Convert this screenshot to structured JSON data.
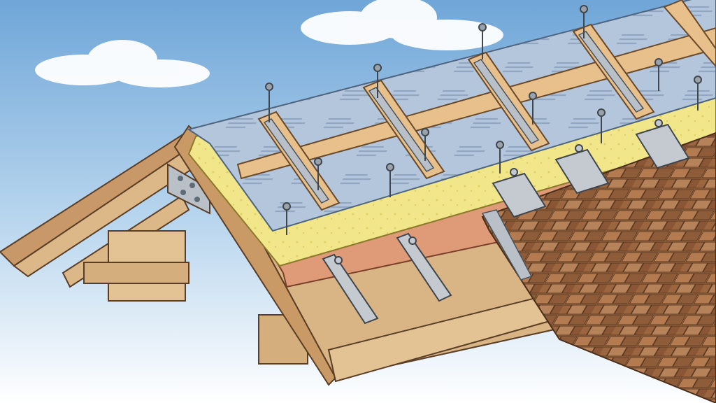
{
  "diagram": {
    "kind": "cutaway roof assembly illustration",
    "layers": [
      {
        "id": "roof-deck",
        "color": "#d9b484"
      },
      {
        "id": "rigid-board",
        "color": "#df9a78"
      },
      {
        "id": "insulation",
        "color": "#f1e68a"
      },
      {
        "id": "underlayment",
        "color": "#b4c6dc"
      },
      {
        "id": "battens",
        "color": "#e8c08c"
      },
      {
        "id": "shingles",
        "color": "#9e6a45"
      }
    ],
    "colors": {
      "sky_top": "#6fa6d8",
      "sky_bottom": "#ffffff",
      "wood": "#dcb888",
      "wood_dark": "#b8895a",
      "metal": "#b9c0c7",
      "outline": "#5a3e26"
    },
    "icons": [
      "cloud-icon",
      "screw-icon",
      "clip-icon",
      "bracket-icon"
    ]
  }
}
